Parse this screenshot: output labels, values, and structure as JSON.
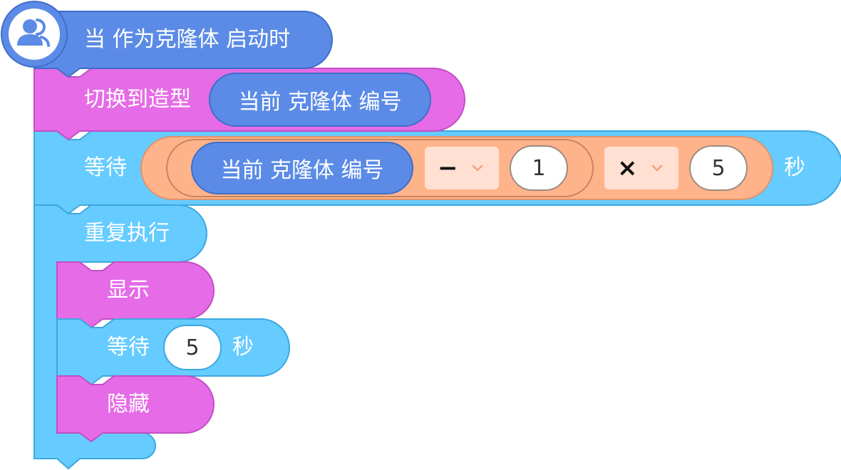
{
  "hat": {
    "label": "当 作为克隆体 启动时",
    "icon": "clone-users-icon"
  },
  "switch_costume": {
    "label": "切换到造型",
    "reporter": "当前 克隆体 编号"
  },
  "wait_expr": {
    "label": "等待",
    "reporter": "当前 克隆体 编号",
    "op1": "−",
    "num1": "1",
    "op2": "×",
    "num2": "5",
    "unit": "秒"
  },
  "forever": {
    "label": "重复执行"
  },
  "show": {
    "label": "显示"
  },
  "wait_simple": {
    "label": "等待",
    "num": "5",
    "unit": "秒"
  },
  "hide": {
    "label": "隐藏"
  },
  "colors": {
    "control": "#66cbff",
    "looks": "#e56ce6",
    "reporter": "#5b8be6",
    "operator": "#ffb38a"
  }
}
